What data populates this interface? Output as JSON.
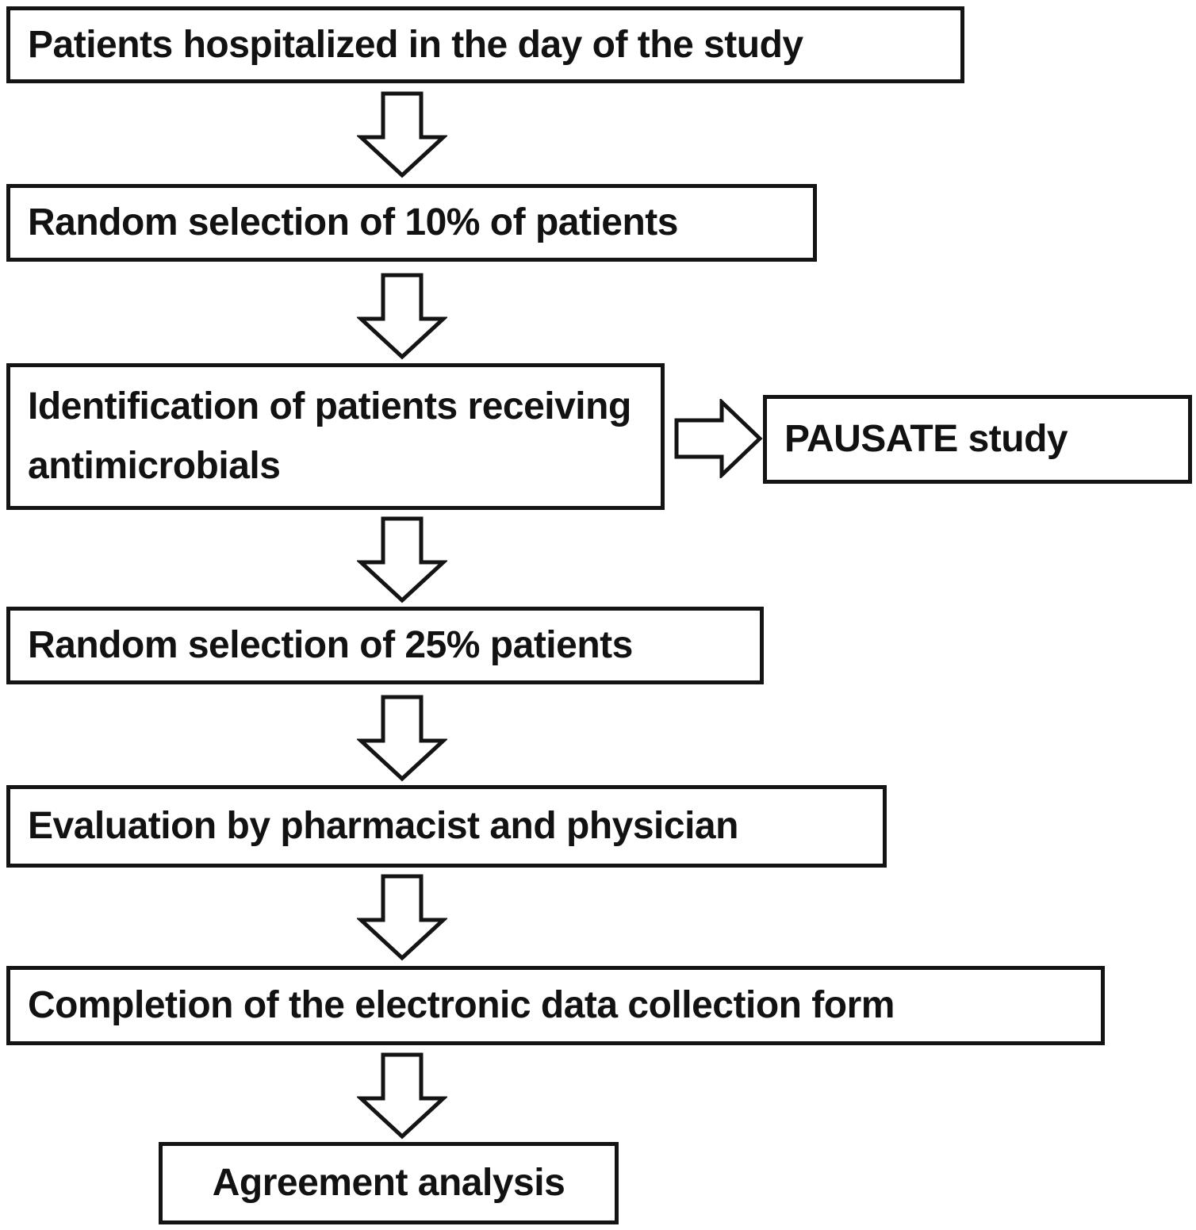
{
  "figure": {
    "type": "flowchart",
    "background_color": "#ffffff",
    "line_color": "#141414",
    "steps": [
      {
        "id": "hospitalized",
        "label": "Patients hospitalized in the day of the study"
      },
      {
        "id": "random-10",
        "label": "Random selection of 10% of patients"
      },
      {
        "id": "identification",
        "label": "Identification of patients receiving antimicrobials"
      },
      {
        "id": "random-25",
        "label": "Random selection of 25% patients"
      },
      {
        "id": "evaluation",
        "label": "Evaluation by pharmacist and physician"
      },
      {
        "id": "completion",
        "label": "Completion of the electronic data collection form"
      },
      {
        "id": "agreement",
        "label": "Agreement analysis"
      }
    ],
    "branch": {
      "id": "pausate",
      "label": "PAUSATE study",
      "from_step": "identification"
    },
    "connectors": {
      "down_arrow_count": 6,
      "right_arrow_count": 1
    }
  }
}
